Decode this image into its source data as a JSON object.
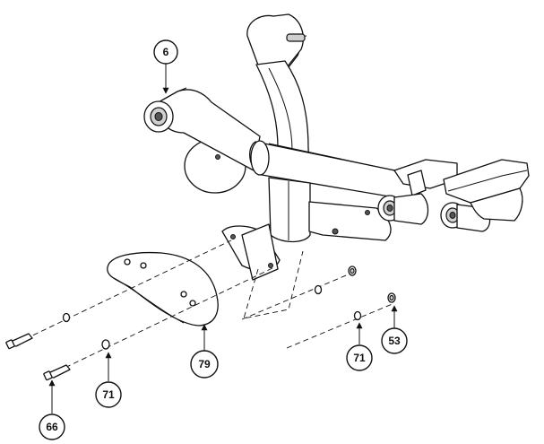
{
  "callouts": [
    {
      "id": "c6",
      "label": "6"
    },
    {
      "id": "c79",
      "label": "79"
    },
    {
      "id": "c71a",
      "label": "71"
    },
    {
      "id": "c66",
      "label": "66"
    },
    {
      "id": "c71b",
      "label": "71"
    },
    {
      "id": "c53",
      "label": "53"
    }
  ]
}
